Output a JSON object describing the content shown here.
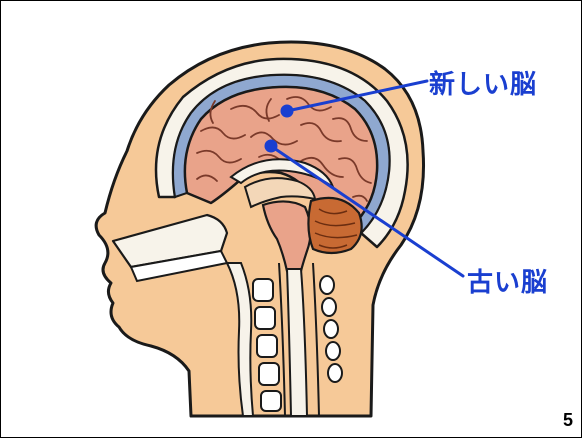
{
  "labels": {
    "new_brain": "新しい脳",
    "old_brain": "古い脳"
  },
  "page": {
    "number": "5"
  },
  "colors": {
    "label_blue": "#1a3fd0",
    "skin": "#f6c998",
    "outline": "#1a1a1a",
    "csf_blue": "#8fa8d0",
    "brain": "#e9a38a",
    "cerebellum": "#c86a33",
    "bone_white": "#f7f3ea"
  }
}
